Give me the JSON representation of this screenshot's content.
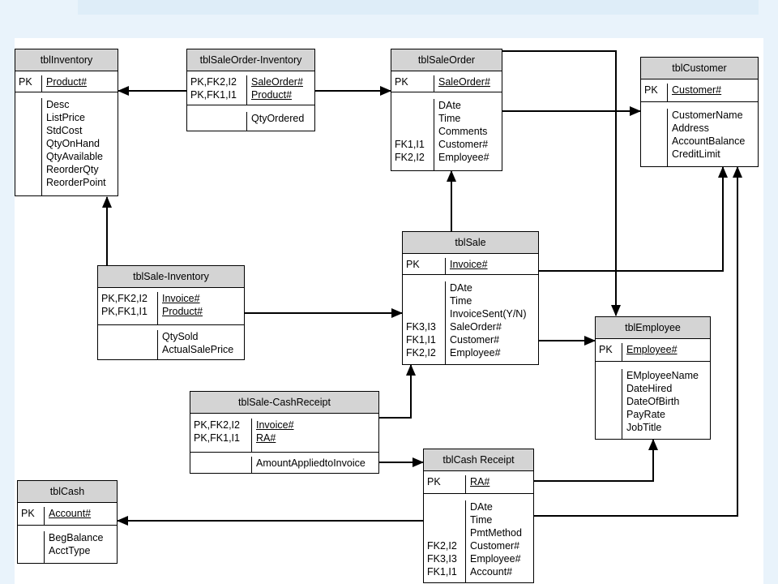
{
  "diagram": {
    "entities": {
      "tblInventory": {
        "title": "tblInventory",
        "pk_keys": [
          "PK"
        ],
        "pk_fields": [
          "Product#"
        ],
        "attr_keys": [],
        "attr_fields": [
          "Desc",
          "ListPrice",
          "StdCost",
          "QtyOnHand",
          "QtyAvailable",
          "ReorderQty",
          "ReorderPoint"
        ]
      },
      "tblSaleOrderInventory": {
        "title": "tblSaleOrder-Inventory",
        "pk_keys": [
          "PK,FK2,I2",
          "PK,FK1,I1"
        ],
        "pk_fields": [
          "SaleOrder#",
          "Product#"
        ],
        "attr_keys": [],
        "attr_fields": [
          "QtyOrdered"
        ]
      },
      "tblSaleOrder": {
        "title": "tblSaleOrder",
        "pk_keys": [
          "PK"
        ],
        "pk_fields": [
          "SaleOrder#"
        ],
        "attr_keys": [
          "",
          "",
          "",
          "FK1,I1",
          "FK2,I2"
        ],
        "attr_fields": [
          "DAte",
          "Time",
          "Comments",
          "Customer#",
          "Employee#"
        ]
      },
      "tblCustomer": {
        "title": "tblCustomer",
        "pk_keys": [
          "PK"
        ],
        "pk_fields": [
          "Customer#"
        ],
        "attr_keys": [],
        "attr_fields": [
          "CustomerName",
          "Address",
          "AccountBalance",
          "CreditLimit"
        ]
      },
      "tblSale": {
        "title": "tblSale",
        "pk_keys": [
          "PK"
        ],
        "pk_fields": [
          "Invoice#"
        ],
        "attr_keys": [
          "",
          "",
          "",
          "FK3,I3",
          "FK1,I1",
          "FK2,I2"
        ],
        "attr_fields": [
          "DAte",
          "Time",
          "InvoiceSent(Y/N)",
          "SaleOrder#",
          "Customer#",
          "Employee#"
        ]
      },
      "tblSaleInventory": {
        "title": "tblSale-Inventory",
        "pk_keys": [
          "PK,FK2,I2",
          "PK,FK1,I1"
        ],
        "pk_fields": [
          "Invoice#",
          "Product#"
        ],
        "attr_keys": [],
        "attr_fields": [
          "QtySold",
          "ActualSalePrice"
        ]
      },
      "tblEmployee": {
        "title": "tblEmployee",
        "pk_keys": [
          "PK"
        ],
        "pk_fields": [
          "Employee#"
        ],
        "attr_keys": [],
        "attr_fields": [
          "EMployeeName",
          "DateHired",
          "DateOfBirth",
          "PayRate",
          "JobTitle"
        ]
      },
      "tblSaleCashReceipt": {
        "title": "tblSale-CashReceipt",
        "pk_keys": [
          "PK,FK2,I2",
          "PK,FK1,I1"
        ],
        "pk_fields": [
          "Invoice#",
          "RA#"
        ],
        "attr_keys": [],
        "attr_fields": [
          "AmountAppliedtoInvoice"
        ]
      },
      "tblCash": {
        "title": "tblCash",
        "pk_keys": [
          "PK"
        ],
        "pk_fields": [
          "Account#"
        ],
        "attr_keys": [],
        "attr_fields": [
          "BegBalance",
          "AcctType"
        ]
      },
      "tblCashReceipt": {
        "title": "tblCash Receipt",
        "pk_keys": [
          "PK"
        ],
        "pk_fields": [
          "RA#"
        ],
        "attr_keys": [
          "",
          "",
          "",
          "FK2,I2",
          "FK3,I3",
          "FK1,I1"
        ],
        "attr_fields": [
          "DAte",
          "Time",
          "PmtMethod",
          "Customer#",
          "Employee#",
          "Account#"
        ]
      }
    },
    "relationships": [
      {
        "from": "tblSaleOrderInventory",
        "to": "tblInventory"
      },
      {
        "from": "tblSaleOrderInventory",
        "to": "tblSaleOrder"
      },
      {
        "from": "tblSaleOrder",
        "to": "tblCustomer"
      },
      {
        "from": "tblSaleOrder",
        "to": "tblEmployee"
      },
      {
        "from": "tblSale",
        "to": "tblSaleOrder"
      },
      {
        "from": "tblSale",
        "to": "tblCustomer"
      },
      {
        "from": "tblSale",
        "to": "tblEmployee"
      },
      {
        "from": "tblSaleInventory",
        "to": "tblInventory"
      },
      {
        "from": "tblSaleInventory",
        "to": "tblSale"
      },
      {
        "from": "tblSaleCashReceipt",
        "to": "tblSale"
      },
      {
        "from": "tblSaleCashReceipt",
        "to": "tblCashReceipt"
      },
      {
        "from": "tblCashReceipt",
        "to": "tblEmployee"
      },
      {
        "from": "tblCashReceipt",
        "to": "tblCustomer"
      },
      {
        "from": "tblCashReceipt",
        "to": "tblCash"
      }
    ]
  }
}
